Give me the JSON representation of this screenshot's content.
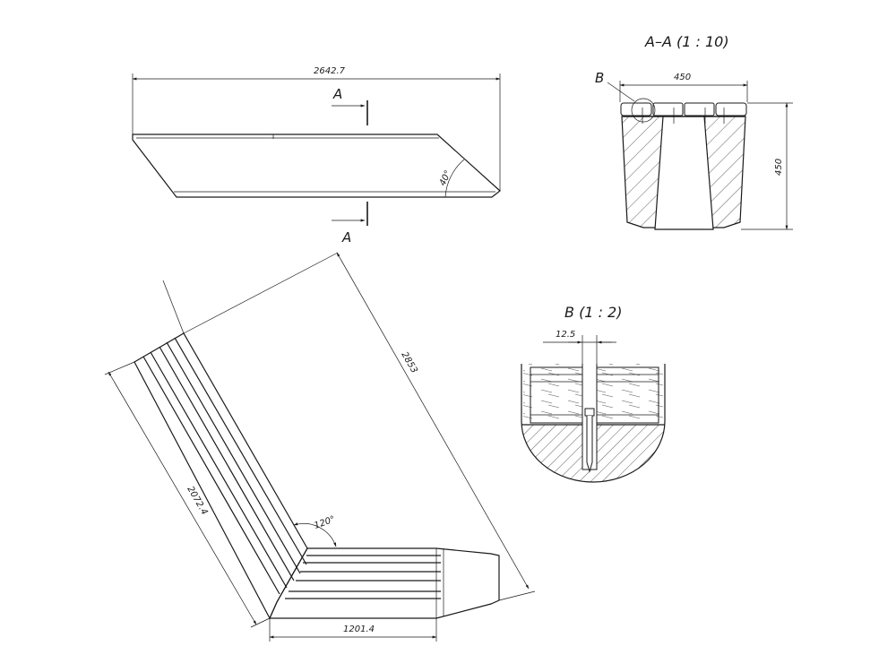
{
  "top_view": {
    "length_dim": "2642.7",
    "angle_dim": "40°",
    "section_mark_top": "A",
    "section_mark_bottom": "A"
  },
  "section_aa": {
    "title": "A–A (1 : 10)",
    "detail_callout": "B",
    "width_dim": "450",
    "height_dim": "450"
  },
  "plan_view": {
    "long_dim": "2853",
    "side_dim": "2072.4",
    "bottom_dim": "1201.4",
    "angle_dim": "120°"
  },
  "detail_b": {
    "title": "B (1 : 2)",
    "width_dim": "12.5"
  }
}
